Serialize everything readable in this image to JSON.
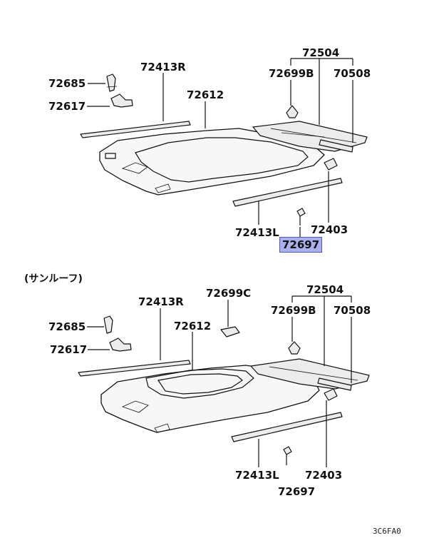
{
  "top_group": {
    "labels": {
      "p72504": "72504",
      "p72413R": "72413R",
      "p72685": "72685",
      "p72699B": "72699B",
      "p70508": "70508",
      "p72612": "72612",
      "p72617": "72617",
      "p72413L": "72413L",
      "p72403": "72403",
      "p72697": "72697"
    }
  },
  "sunroof_group": {
    "title": "(サンルーフ)",
    "labels": {
      "p72504": "72504",
      "p72413R": "72413R",
      "p72699C": "72699C",
      "p72685": "72685",
      "p72699B": "72699B",
      "p70508": "70508",
      "p72612": "72612",
      "p72617": "72617",
      "p72413L": "72413L",
      "p72403": "72403",
      "p72697": "72697"
    }
  },
  "highlight": {
    "part": "72697",
    "color": "#aab0ea"
  },
  "diagram_code": "3C6FA0"
}
